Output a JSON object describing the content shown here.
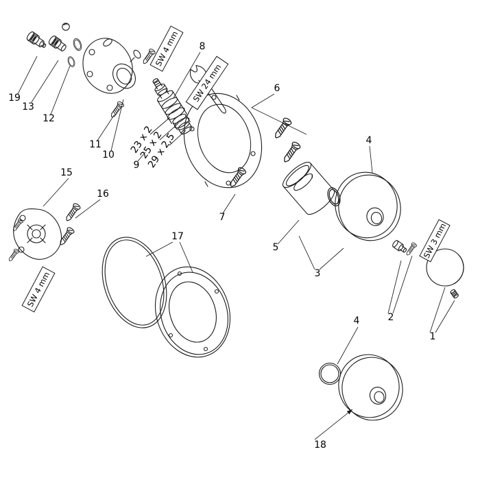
{
  "diagram": {
    "type": "exploded-parts-diagram",
    "background": "#ffffff",
    "line_color": "#1a1a1a",
    "labels": {
      "p1": "1",
      "p2": "2",
      "p3": "3",
      "p4": "4",
      "p4b": "4",
      "p5": "5",
      "p6": "6",
      "p7": "7",
      "p8": "8",
      "p9": "9",
      "p10": "10",
      "p11": "11",
      "p12": "12",
      "p13": "13",
      "p15": "15",
      "p16": "16",
      "p17": "17",
      "p18": "18",
      "p19": "19"
    },
    "annotations": {
      "sw4_top": "SW 4 mm",
      "sw24": "SW 24 mm",
      "sw3": "SW 3 mm",
      "sw4_left": "SW 4 mm",
      "oring_23": "23 x 2",
      "oring_25": "25 x 2",
      "oring_29": "29 x 2,5"
    }
  }
}
